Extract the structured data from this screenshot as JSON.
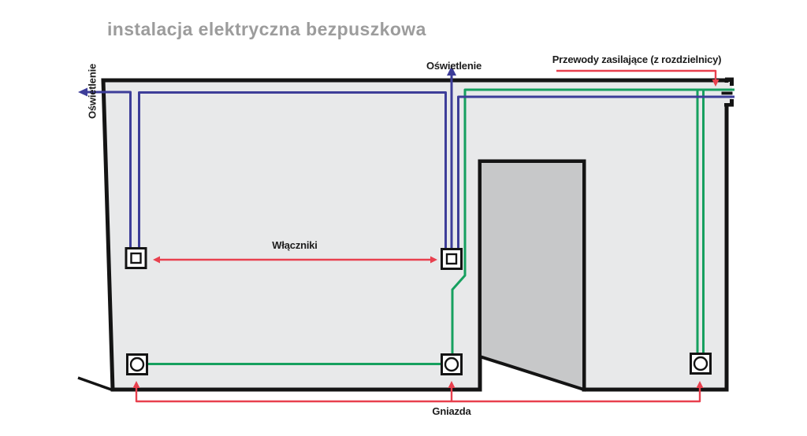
{
  "title": "instalacja elektryczna bezpuszkowa",
  "labels": {
    "lighting_left": "Oświetlenie",
    "lighting_top": "Oświetlenie",
    "supply_feed": "Przewody zasilające (z rozdzielnicy)",
    "switches": "Włączniki",
    "sockets": "Gniazda"
  },
  "components": {
    "switch_count": 2,
    "socket_count": 3,
    "lighting_exit_count": 2,
    "wall": "wall with door opening",
    "supply_entry": "top-right wall notch"
  },
  "colors": {
    "lighting_wire": "#3d3d99",
    "power_wire": "#16a05f",
    "annotation": "#e8404e",
    "wall_fill": "#e8e9ea",
    "door_fill": "#c7c8c9",
    "outline": "#141414",
    "title_gray": "#9c9c9c"
  }
}
